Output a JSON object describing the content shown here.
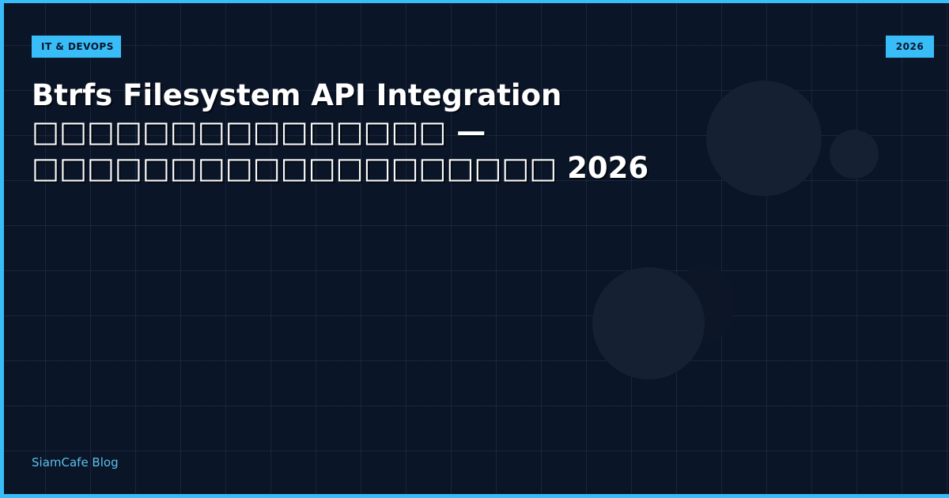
{
  "card": {
    "category_tag": "IT & DEVOPS",
    "year_tag": "2026",
    "title_lines": [
      "Btrfs Filesystem API Integration",
      "□□□□□□□□□□□□□□□ —",
      "□□□□□□□□□□□□□□□□□□□ 2026"
    ],
    "footer_brand": "SiamCafe Blog"
  },
  "colors": {
    "background": "#0b1528",
    "accent": "#38bdf8",
    "circle": "#162033",
    "title": "#ffffff",
    "footer": "#5bc0eb"
  }
}
